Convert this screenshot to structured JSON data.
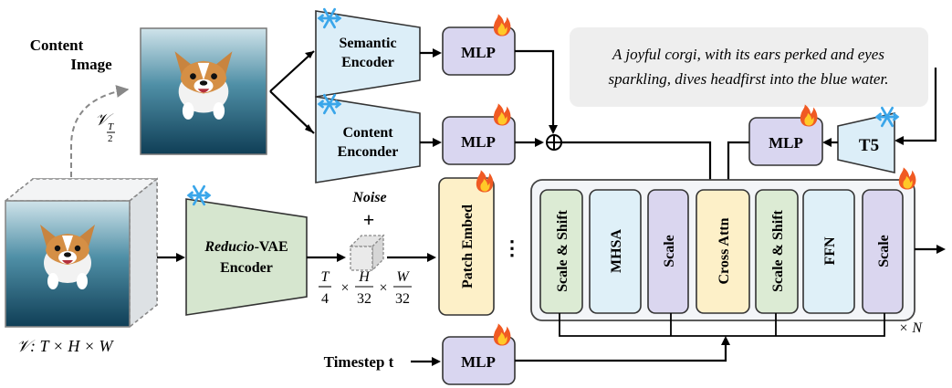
{
  "content_image": {
    "line1": "Content",
    "line2": "Image"
  },
  "subsample_label": {
    "symbol": "𝒱",
    "sub_num": "T",
    "sub_den": "2"
  },
  "video_label": {
    "symbol": "𝒱",
    "rest": ": T × H × W"
  },
  "semantic_encoder": {
    "line1": "Semantic",
    "line2": "Encoder"
  },
  "content_encoder": {
    "line1": "Content",
    "line2": "Enconder"
  },
  "mlp_label": "MLP",
  "prompt": {
    "line1": "A joyful corgi, with its ears perked and eyes",
    "line2": "sparkling, dives headfirst into the blue water."
  },
  "t5_label": "T5",
  "vae": {
    "line1_italic": "Reducio",
    "line1_rest": "-VAE",
    "line2": "Encoder"
  },
  "noise": {
    "label": "Noise",
    "plus": "+"
  },
  "latent_shape": {
    "t_num": "T",
    "t_den": "4",
    "h_num": "H",
    "h_den": "32",
    "w_num": "W",
    "w_den": "32",
    "times": "×"
  },
  "patch_embed": "Patch Embed",
  "ellipsis": "⋮",
  "dit_blocks": [
    "Scale & Shift",
    "MHSA",
    "Scale",
    "Cross Attn",
    "Scale & Shift",
    "FFN",
    "Scale"
  ],
  "repeat_label": "× N",
  "timestep": "Timestep t",
  "icons": {
    "frozen": "snowflake-icon",
    "trainable": "fire-icon"
  },
  "colors": {
    "encoder_blue": "#dceef8",
    "vae_green": "#d6e6cf",
    "mlp_purple": "#d9d6f0",
    "patch_yellow": "#fdf0c8",
    "block_green": "#dcebd4",
    "block_blue": "#dff0f8",
    "block_purple": "#dad6ef",
    "block_yellow": "#fdf0c8",
    "prompt_gray": "#eeeeee"
  }
}
